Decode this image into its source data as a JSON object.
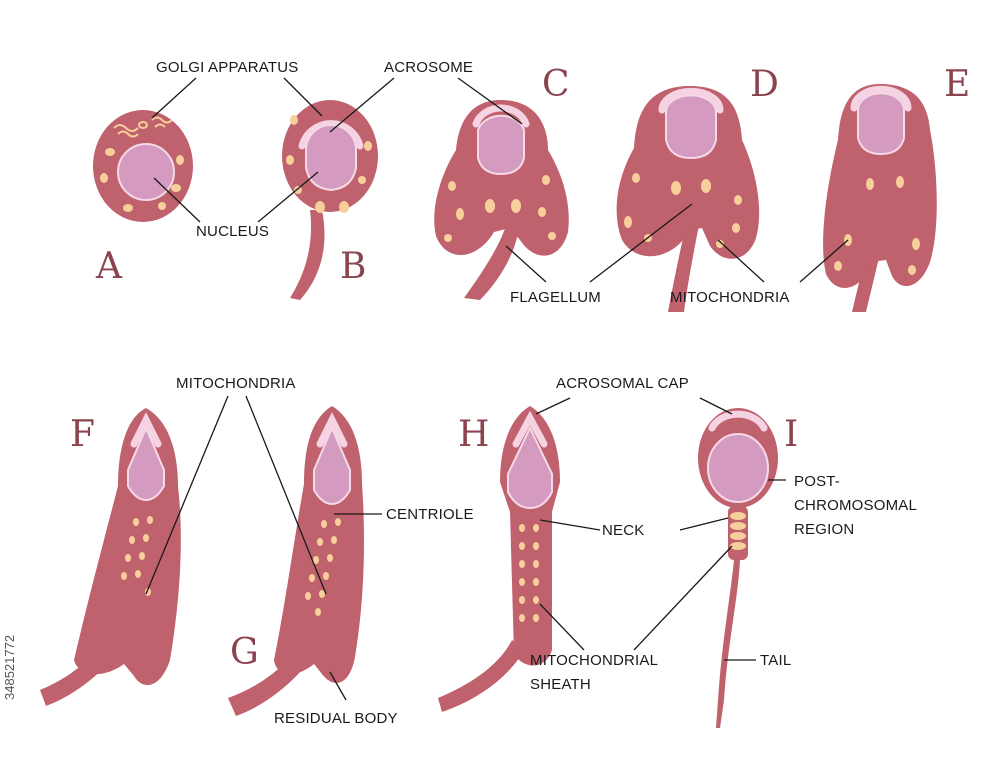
{
  "labels": {
    "golgi": "GOLGI APPARATUS",
    "acrosome": "ACROSOME",
    "nucleus": "NUCLEUS",
    "flagellum": "FLAGELLUM",
    "mitochondria_top": "MITOCHONDRIA",
    "mitochondria_bottom": "MITOCHONDRIA",
    "acrosomal_cap": "ACROSOMAL CAP",
    "centriole": "CENTRIOLE",
    "neck": "NECK",
    "post_line1": "POST-",
    "post_line2": "CHROMOSOMAL",
    "post_line3": "REGION",
    "sheath_line1": "MITOCHONDRIAL",
    "sheath_line2": "SHEATH",
    "tail": "TAIL",
    "residual": "RESIDUAL BODY"
  },
  "stages": [
    "A",
    "B",
    "C",
    "D",
    "E",
    "F",
    "G",
    "H",
    "I"
  ],
  "watermark_id": "348521772",
  "colors": {
    "cell_body": "#c0616e",
    "nucleus": "#d49ac0",
    "acrosome": "#f6d3e2",
    "mitochondria": "#f7cf9a",
    "stage_letters": "#8a4450"
  }
}
